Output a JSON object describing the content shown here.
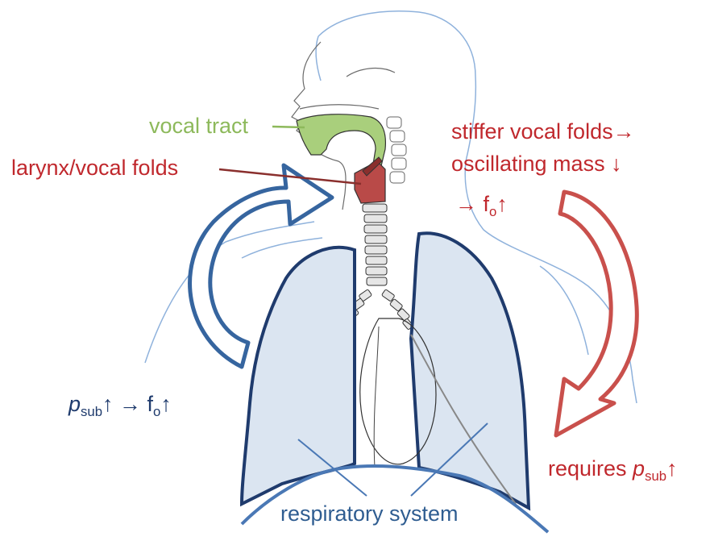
{
  "labels": {
    "vocal_tract": "vocal tract",
    "larynx": "larynx/vocal folds",
    "stiffer_line1": "stiffer vocal folds→",
    "stiffer_line2": "oscillating mass ↓",
    "stiffer_line3_arrow": "→ f",
    "stiffer_line3_sub": "o",
    "stiffer_line3_tail": "↑",
    "psub_p": "p",
    "psub_sub": "sub",
    "psub_rest": "↑ → f",
    "psub_sub2": "o",
    "psub_tail": "↑",
    "requires_text": "requires ",
    "requires_p": "p",
    "requires_sub": "sub",
    "requires_tail": "↑",
    "respiratory": "respiratory system"
  },
  "colors": {
    "green": "#8db95b",
    "red": "#c0282d",
    "dark_blue": "#1f3b6d",
    "mid_blue": "#2f5d91",
    "lung_fill": "#dbe5f1",
    "larynx_fill": "#b94a48"
  }
}
